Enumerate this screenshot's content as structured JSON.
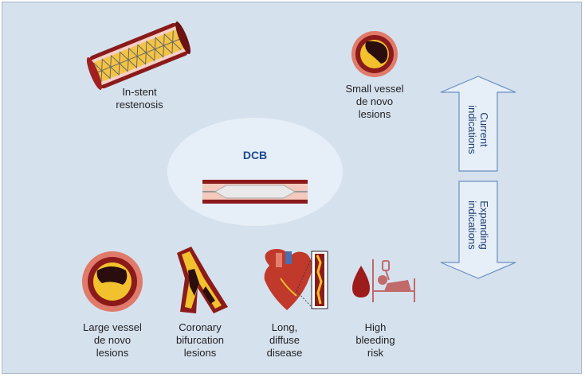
{
  "center": {
    "title": "DCB"
  },
  "indications": {
    "in_stent": "In-stent\nrestenosis",
    "small_vessel": "Small vessel\nde novo\nlesions",
    "large_vessel": "Large vessel\nde novo\nlesions",
    "bifurcation": "Coronary\nbifurcation\nlesions",
    "long_diffuse": "Long,\ndiffuse\ndisease",
    "bleeding": "High\nbleeding\nrisk"
  },
  "arrows": {
    "current": "Current\nindications",
    "expanding": "Expanding\nindications"
  },
  "colors": {
    "panel_bg": "#d6e1ee",
    "ellipse": "#e6eef7",
    "vessel": "#8b1a1a",
    "plaque": "#f2c12e",
    "arrow_fill": "#e6eef8",
    "arrow_stroke": "#6a8fc0",
    "bleeding_red": "#9e1b1b"
  }
}
